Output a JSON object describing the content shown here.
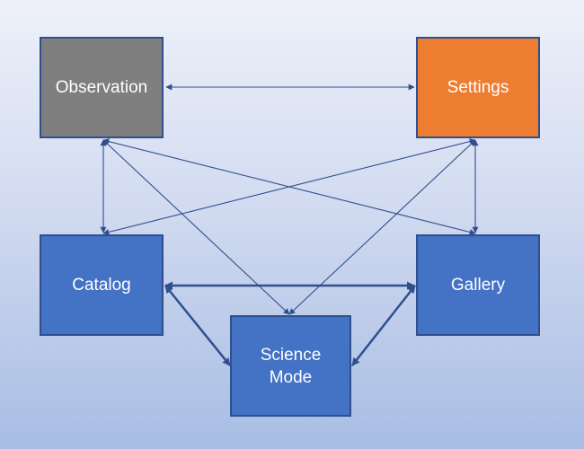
{
  "diagram": {
    "nodes": [
      {
        "id": "observation",
        "label": "Observation",
        "color": "#7f7f7f"
      },
      {
        "id": "settings",
        "label": "Settings",
        "color": "#ed7d31"
      },
      {
        "id": "catalog",
        "label": "Catalog",
        "color": "#4472c4"
      },
      {
        "id": "gallery",
        "label": "Gallery",
        "color": "#4472c4"
      },
      {
        "id": "science_mode",
        "label": "Science\nMode",
        "color": "#4472c4"
      }
    ],
    "edges": [
      {
        "from": "observation",
        "to": "settings",
        "direction": "both",
        "weight": "thin"
      },
      {
        "from": "observation",
        "to": "catalog",
        "direction": "both",
        "weight": "thin"
      },
      {
        "from": "observation",
        "to": "gallery",
        "direction": "both",
        "weight": "thin"
      },
      {
        "from": "observation",
        "to": "science_mode",
        "direction": "both",
        "weight": "thin"
      },
      {
        "from": "settings",
        "to": "catalog",
        "direction": "both",
        "weight": "thin"
      },
      {
        "from": "settings",
        "to": "gallery",
        "direction": "both",
        "weight": "thin"
      },
      {
        "from": "settings",
        "to": "science_mode",
        "direction": "both",
        "weight": "thin"
      },
      {
        "from": "catalog",
        "to": "gallery",
        "direction": "both",
        "weight": "thick"
      },
      {
        "from": "catalog",
        "to": "science_mode",
        "direction": "both",
        "weight": "thick"
      },
      {
        "from": "gallery",
        "to": "science_mode",
        "direction": "both",
        "weight": "thick"
      }
    ],
    "edge_color": "#2f4f8f",
    "border_color": "#2f4f8f"
  }
}
